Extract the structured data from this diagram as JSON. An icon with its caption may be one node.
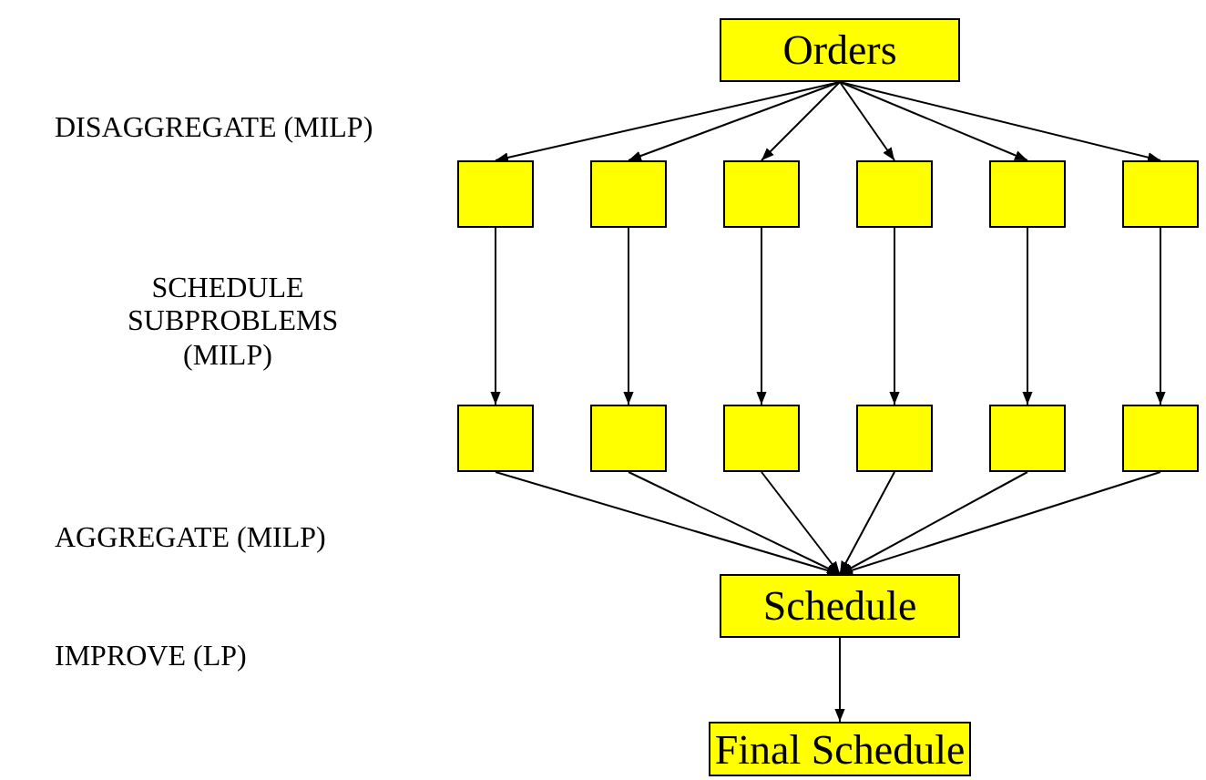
{
  "diagram": {
    "nodes": [
      {
        "text": [
          "Orders"
        ]
      },
      {
        "text": [],
        "shape": "box"
      },
      {
        "text": [],
        "shape": "box"
      },
      {
        "text": [],
        "shape": "box"
      },
      {
        "text": [],
        "shape": "box"
      },
      {
        "text": [],
        "shape": "box"
      },
      {
        "text": [],
        "shape": "box"
      },
      {
        "text": [],
        "shape": "box"
      },
      {
        "text": [],
        "shape": "box"
      },
      {
        "text": [],
        "shape": "box"
      },
      {
        "text": [],
        "shape": "box"
      },
      {
        "text": [],
        "shape": "box"
      },
      {
        "text": [],
        "shape": "box"
      },
      {
        "text": [
          "Schedule"
        ]
      },
      {
        "text": [
          "Final Schedule"
        ]
      }
    ],
    "edges": [
      {
        "from": 0,
        "to": 1,
        "arrow": "to"
      },
      {
        "from": 0,
        "to": 2,
        "arrow": "to"
      },
      {
        "from": 0,
        "to": 3,
        "arrow": "to"
      },
      {
        "from": 0,
        "to": 4,
        "arrow": "to"
      },
      {
        "from": 0,
        "to": 5,
        "arrow": "to"
      },
      {
        "from": 0,
        "to": 6,
        "arrow": "to"
      },
      {
        "from": 1,
        "to": 7,
        "arrow": "to"
      },
      {
        "from": 2,
        "to": 8,
        "arrow": "to"
      },
      {
        "from": 3,
        "to": 9,
        "arrow": "to"
      },
      {
        "from": 4,
        "to": 10,
        "arrow": "to"
      },
      {
        "from": 5,
        "to": 11,
        "arrow": "to"
      },
      {
        "from": 6,
        "to": 12,
        "arrow": "to"
      },
      {
        "from": 7,
        "to": 13,
        "arrow": "to"
      },
      {
        "from": 8,
        "to": 13,
        "arrow": "to"
      },
      {
        "from": 9,
        "to": 13,
        "arrow": "to"
      },
      {
        "from": 10,
        "to": 13,
        "arrow": "to"
      },
      {
        "from": 11,
        "to": 13,
        "arrow": "to"
      },
      {
        "from": 12,
        "to": 13,
        "arrow": "to"
      },
      {
        "from": 13,
        "to": 14,
        "arrow": "to"
      }
    ],
    "labels": [
      "DISAGGREGATE (MILP)",
      "SCHEDULE SUBPROBLEMS (MILP)",
      "AGGREGATE (MILP)",
      "IMPROVE (LP)"
    ]
  }
}
